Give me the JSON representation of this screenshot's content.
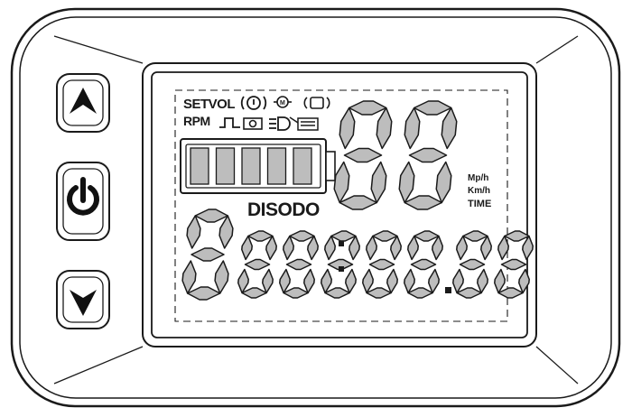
{
  "display": {
    "indicator_labels": {
      "set_vol": "SETVOL",
      "rpm": "RPM"
    },
    "mode_label": "DISODO",
    "units": {
      "mph": "Mp/h",
      "kmh": "Km/h",
      "time": "TIME"
    },
    "speed_digits": 2,
    "odometer_digits": 8,
    "battery_bars": 5
  },
  "buttons": {
    "up": {
      "icon": "chevron-up-icon"
    },
    "power": {
      "icon": "power-icon"
    },
    "down": {
      "icon": "chevron-down-icon"
    }
  },
  "colors": {
    "segment_fill": "#bdbdbd",
    "outline": "#1a1a1a",
    "background": "#ffffff"
  }
}
